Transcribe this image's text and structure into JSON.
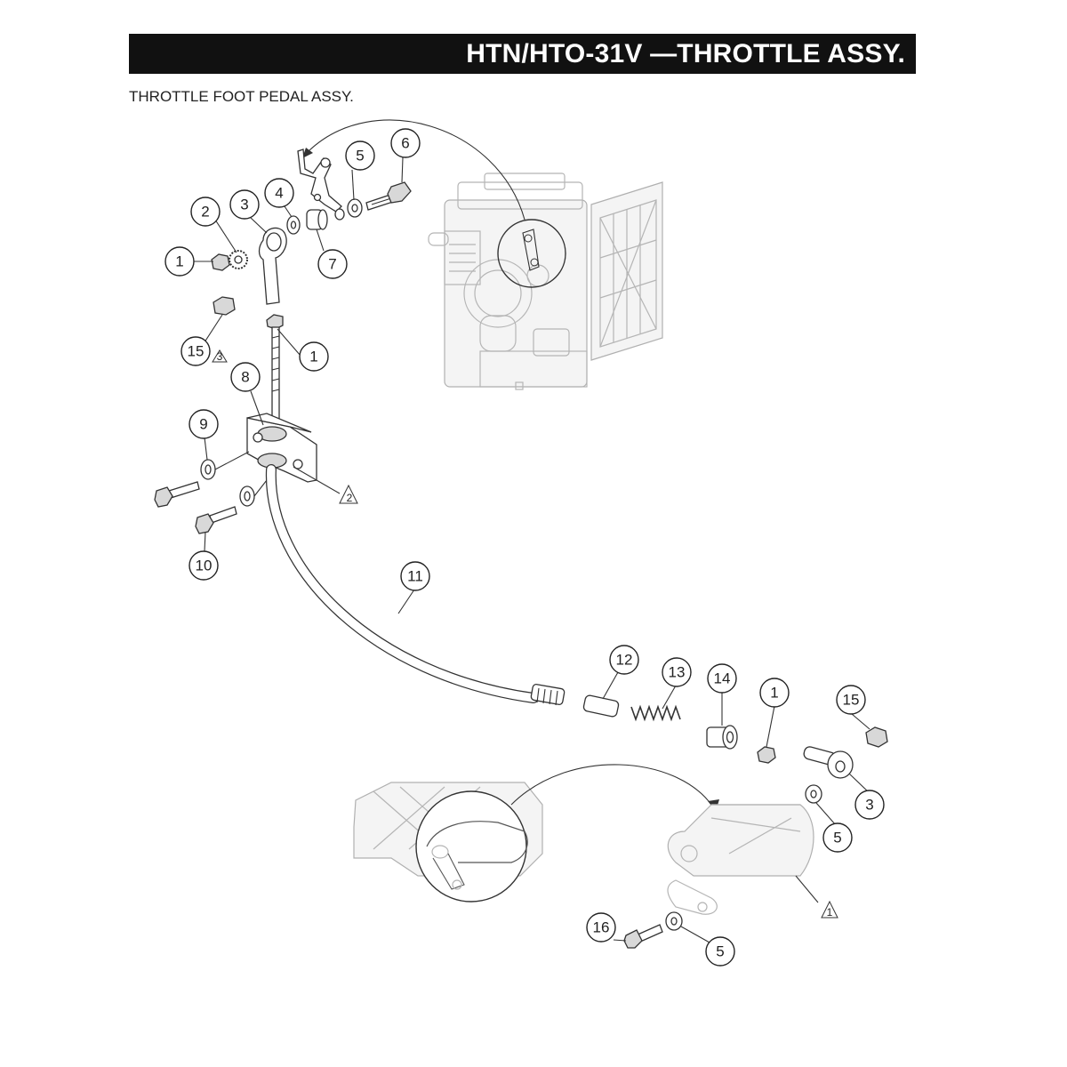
{
  "header": {
    "title": "HTN/HTO-31V —THROTTLE  ASSY."
  },
  "subtitle": "THROTTLE FOOT PEDAL ASSY.",
  "callouts": [
    {
      "id": "c1a",
      "label": "1"
    },
    {
      "id": "c2",
      "label": "2"
    },
    {
      "id": "c3a",
      "label": "3"
    },
    {
      "id": "c4",
      "label": "4"
    },
    {
      "id": "c5a",
      "label": "5"
    },
    {
      "id": "c6",
      "label": "6"
    },
    {
      "id": "c7",
      "label": "7"
    },
    {
      "id": "c15a",
      "label": "15"
    },
    {
      "id": "c1b",
      "label": "1"
    },
    {
      "id": "c8",
      "label": "8"
    },
    {
      "id": "c9",
      "label": "9"
    },
    {
      "id": "c10",
      "label": "10"
    },
    {
      "id": "c11",
      "label": "11"
    },
    {
      "id": "c12",
      "label": "12"
    },
    {
      "id": "c13",
      "label": "13"
    },
    {
      "id": "c14",
      "label": "14"
    },
    {
      "id": "c1c",
      "label": "1"
    },
    {
      "id": "c15b",
      "label": "15"
    },
    {
      "id": "c3b",
      "label": "3"
    },
    {
      "id": "c5b",
      "label": "5"
    },
    {
      "id": "c16",
      "label": "16"
    },
    {
      "id": "c5c",
      "label": "5"
    }
  ],
  "notes": [
    {
      "id": "n3",
      "label": "3"
    },
    {
      "id": "n2",
      "label": "2"
    },
    {
      "id": "n1",
      "label": "1"
    }
  ]
}
